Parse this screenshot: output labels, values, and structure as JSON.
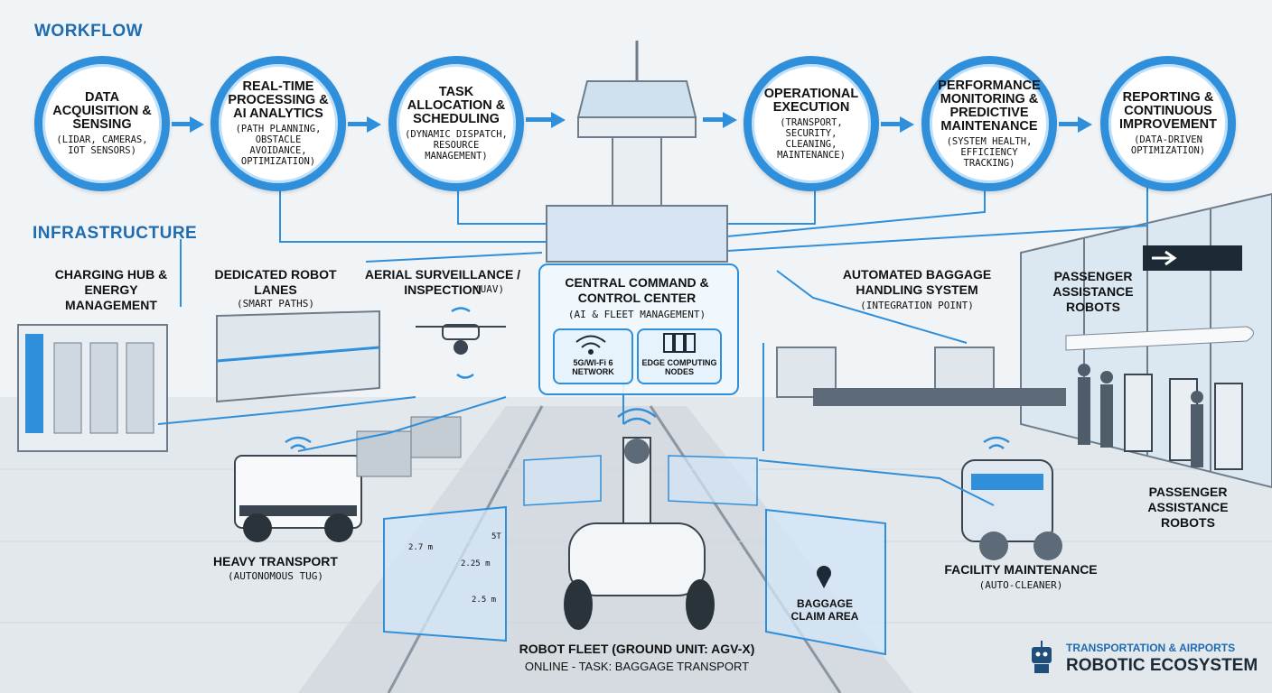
{
  "sections": {
    "workflow": "WORKFLOW",
    "infrastructure": "INFRASTRUCTURE"
  },
  "steps": [
    {
      "title": "DATA ACQUISITION & SENSING",
      "sub": "(LIDAR, CAMERAS, IOT SENSORS)"
    },
    {
      "title": "REAL-TIME PROCESSING & AI ANALYTICS",
      "sub": "(PATH PLANNING, OBSTACLE AVOIDANCE, OPTIMIZATION)"
    },
    {
      "title": "TASK ALLOCATION & SCHEDULING",
      "sub": "(DYNAMIC DISPATCH, RESOURCE MANAGEMENT)"
    },
    {
      "title": "OPERATIONAL EXECUTION",
      "sub": "(TRANSPORT, SECURITY, CLEANING, MAINTENANCE)"
    },
    {
      "title": "PERFORMANCE MONITORING & PREDICTIVE MAINTENANCE",
      "sub": "(SYSTEM HEALTH, EFFICIENCY TRACKING)"
    },
    {
      "title": "REPORTING & CONTINUOUS IMPROVEMENT",
      "sub": "(DATA-DRIVEN OPTIMIZATION)"
    }
  ],
  "infra": {
    "charging": {
      "title": "CHARGING HUB & ENERGY MANAGEMENT"
    },
    "lanes": {
      "title": "DEDICATED ROBOT LANES",
      "sub": "(SMART PATHS)"
    },
    "aerial": {
      "title": "AERIAL SURVEILLANCE / INSPECTION",
      "sub": "(UAV)"
    },
    "central": {
      "title": "CENTRAL COMMAND & CONTROL CENTER",
      "sub": "(AI & FLEET MANAGEMENT)"
    },
    "network": "5G/WI-Fi 6 NETWORK",
    "edge": "EDGE COMPUTING NODES",
    "baggage": {
      "title": "AUTOMATED BAGGAGE HANDLING SYSTEM",
      "sub": "(INTEGRATION POINT)"
    },
    "passenger_top": "PASSENGER ASSISTANCE ROBOTS",
    "passenger_bottom": "PASSENGER ASSISTANCE ROBOTS",
    "heavy": {
      "title": "HEAVY TRANSPORT",
      "sub": "(AUTONOMOUS TUG)"
    },
    "facility": {
      "title": "FACILITY MAINTENANCE",
      "sub": "(AUTO-CLEANER)"
    },
    "fleet": {
      "title": "ROBOT FLEET (GROUND UNIT: AGV-X)",
      "sub": "ONLINE - TASK: BAGGAGE TRANSPORT"
    },
    "claim": "BAGGAGE CLAIM AREA",
    "map_labels": [
      "2.7 m",
      "2.25 m",
      "2.5 m",
      "5T"
    ]
  },
  "brand": {
    "line1": "TRANSPORTATION & AIRPORTS",
    "line2": "ROBOTIC ECOSYSTEM"
  },
  "colors": {
    "accent": "#2f8fda",
    "accent_dark": "#1f6bb0",
    "bg": "#f1f4f7"
  }
}
